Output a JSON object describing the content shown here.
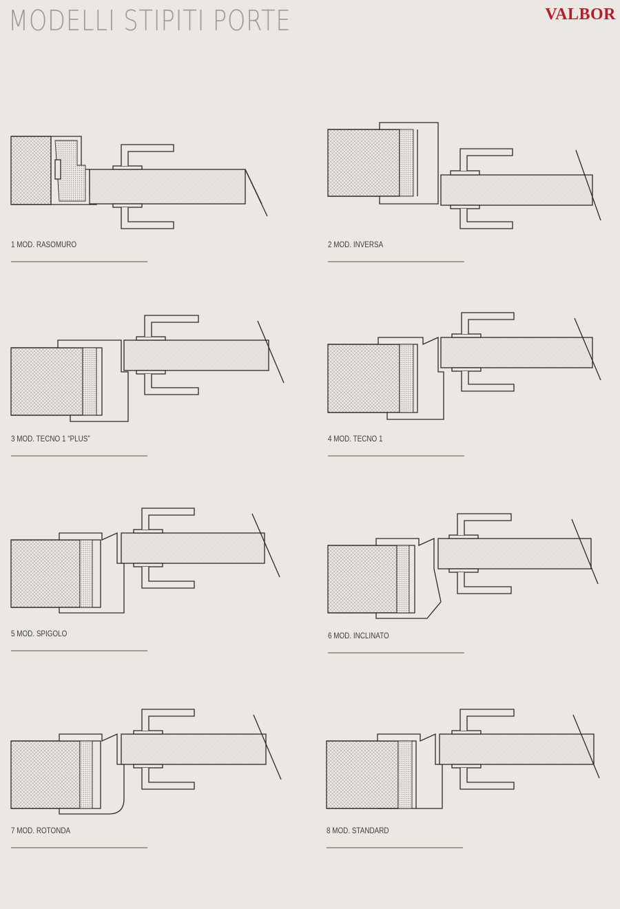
{
  "title": "MODELLI STIPITI PORTE",
  "brand": "VALBOR",
  "colors": {
    "brand": "#b51d2d",
    "background": "#ebe7e3",
    "underline": "#a39d8f"
  },
  "models": [
    {
      "caption": "1 MOD. RASOMURO"
    },
    {
      "caption": "2 MOD. INVERSA"
    },
    {
      "caption": "3 MOD. TECNO 1 “PLUS”"
    },
    {
      "caption": "4 MOD. TECNO 1"
    },
    {
      "caption": "5 MOD. SPIGOLO"
    },
    {
      "caption": "6 MOD. INCLINATO"
    },
    {
      "caption": "7 MOD. ROTONDA"
    },
    {
      "caption": "8 MOD. STANDARD"
    }
  ]
}
